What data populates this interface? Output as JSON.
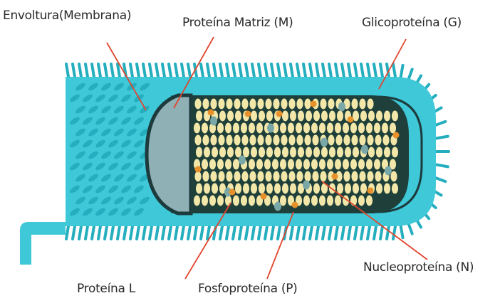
{
  "labels": {
    "envelope": "Envoltura(Membrana)",
    "matrix": "Proteína Matriz (M)",
    "glycoprotein": "Glicoproteína (G)",
    "nucleoprotein": "Nucleoproteína (N)",
    "protein_l": "Proteína L",
    "phosphoprotein": "Fosfoproteína (P)"
  },
  "colors": {
    "envelope_fill": "#3ec8d8",
    "spike": "#25aebe",
    "membrane_line": "#1d3a3c",
    "matrix_fill": "#8fb0b4",
    "core_bg": "#1f3f3a",
    "nucleoprotein": "#f2e7a8",
    "protein_l": "#e8902a",
    "phosphoprotein": "#7aa8a8",
    "leader_line": "#e0462e"
  }
}
